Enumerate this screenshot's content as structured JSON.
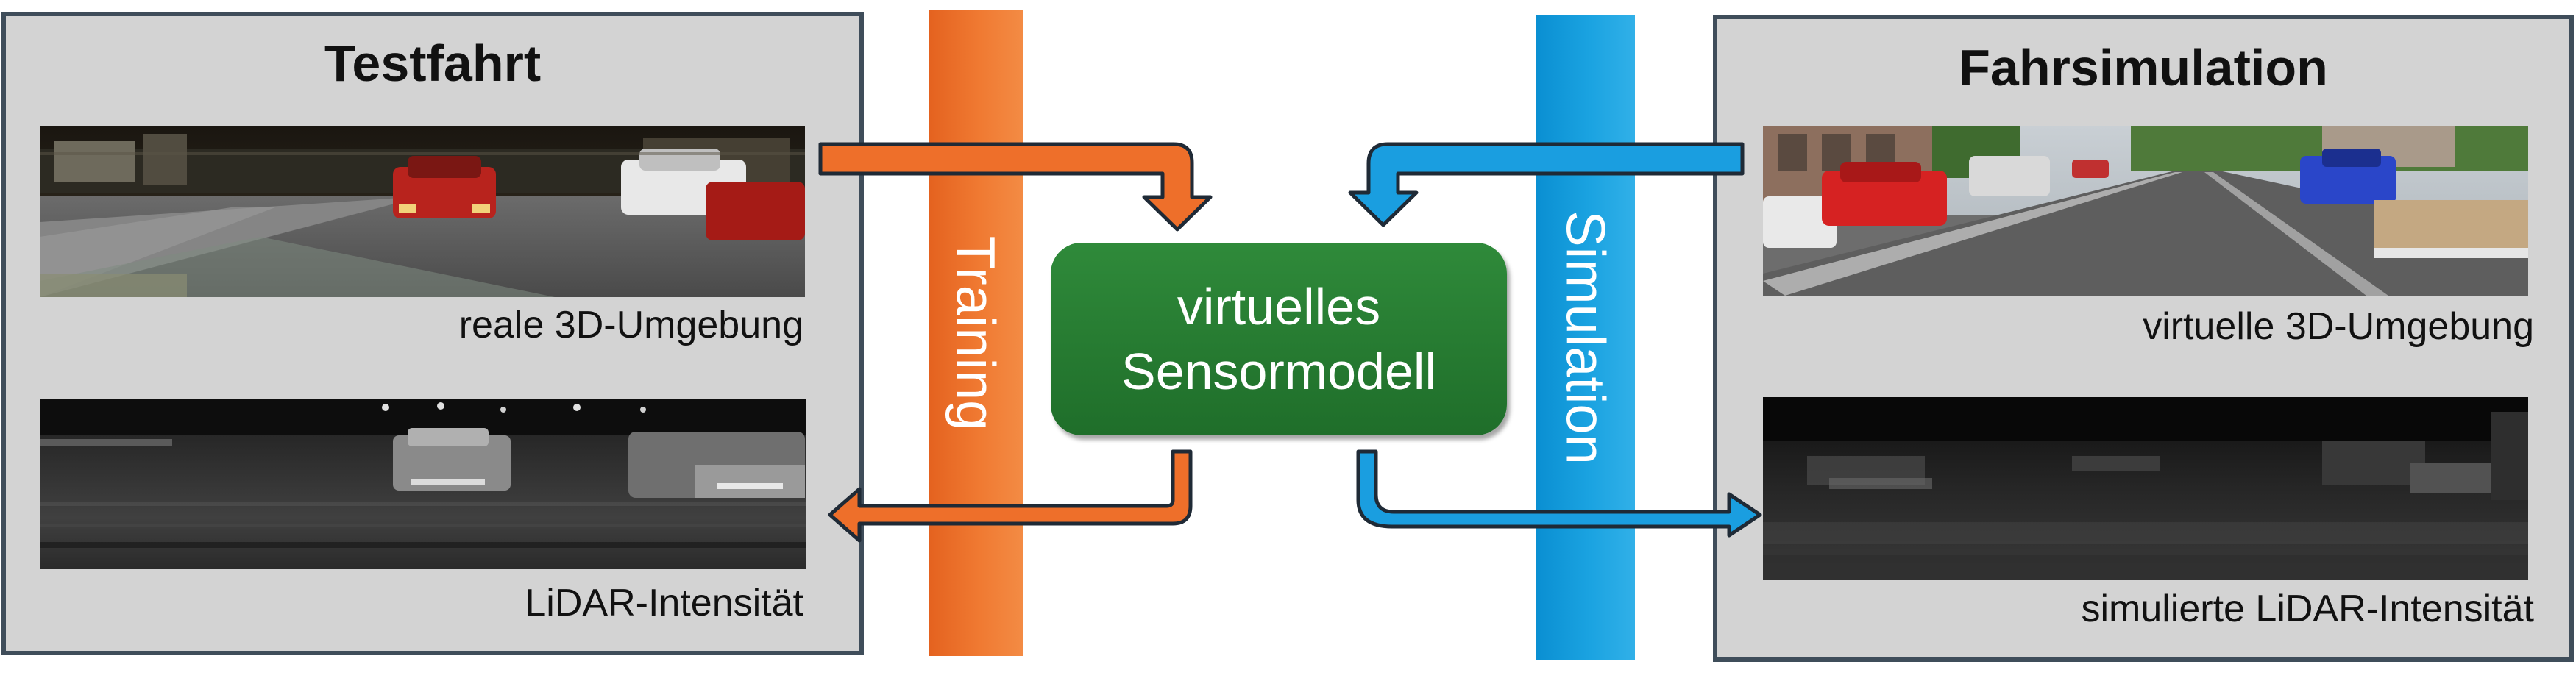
{
  "left_panel": {
    "title": "Testfahrt",
    "caption_top": "reale 3D-Umgebung",
    "caption_bottom": "LiDAR-Intensität"
  },
  "right_panel": {
    "title": "Fahrsimulation",
    "caption_top": "virtuelle 3D-Umgebung",
    "caption_bottom": "simulierte LiDAR-Intensität"
  },
  "bars": {
    "training": "Training",
    "simulation": "Simulation"
  },
  "model": {
    "line1": "virtuelles",
    "line2": "Sensormodell"
  },
  "colors": {
    "training_orange": "#f07a32",
    "simulation_blue": "#1ba3e1",
    "model_green": "#2a7d35",
    "panel_gray": "#d3d3d3",
    "panel_border": "#3f4d5a"
  }
}
